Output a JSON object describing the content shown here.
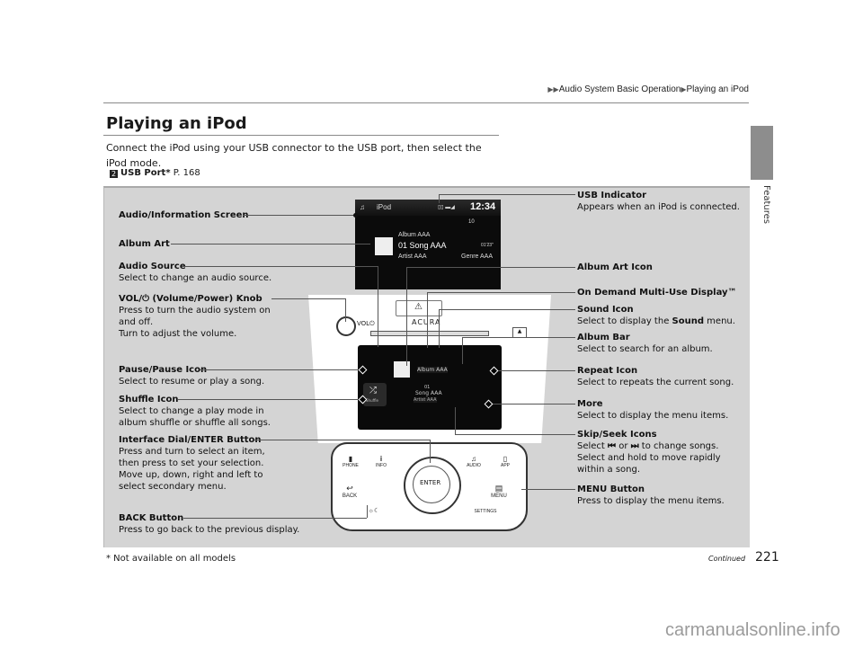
{
  "breadcrumb": [
    "Audio System Basic Operation",
    "Playing an iPod"
  ],
  "breadcrumb_prefix": "▶▶",
  "breadcrumb_sep": "▶",
  "title": "Playing an iPod",
  "intro": "Connect the iPod using your USB connector to the USB port, then select the iPod mode.",
  "xref": {
    "icon": "2",
    "label": "USB Port",
    "asterisk": "*",
    "page": "P. 168"
  },
  "side_tab": "Features",
  "left_labels": [
    {
      "id": "audio-info-screen",
      "title": "Audio/Information Screen",
      "desc": ""
    },
    {
      "id": "album-art",
      "title": "Album Art",
      "desc": ""
    },
    {
      "id": "audio-source",
      "title": "Audio Source",
      "desc": "Select to change an audio source."
    },
    {
      "id": "vol-knob",
      "title": "VOL/⏻ (Volume/Power) Knob",
      "desc": "Press to turn the audio system on and off.",
      "desc2": "Turn to adjust the volume."
    },
    {
      "id": "pause",
      "title": "Pause/Pause Icon",
      "desc": "Select to resume or play a song."
    },
    {
      "id": "shuffle",
      "title": "Shuffle Icon",
      "desc": "Select to change a play mode in album shuffle or shuffle all songs."
    },
    {
      "id": "dial",
      "title": "Interface Dial/ENTER Button",
      "desc": "Press and turn to select an item, then press to set your selection.",
      "desc2": "Move up, down, right and left to select secondary menu."
    },
    {
      "id": "back",
      "title": "BACK Button",
      "desc": "Press to go back to the previous display."
    }
  ],
  "right_labels": [
    {
      "id": "usb",
      "title": "USB Indicator",
      "desc": "Appears when an iPod is connected."
    },
    {
      "id": "album-art-icon",
      "title": "Album Art Icon",
      "desc": ""
    },
    {
      "id": "odmd",
      "title": "On Demand Multi-Use Display™",
      "desc": ""
    },
    {
      "id": "sound",
      "title": "Sound Icon",
      "desc_pre": "Select to display the ",
      "desc_bold": "Sound",
      "desc_post": " menu."
    },
    {
      "id": "album-bar",
      "title": "Album Bar",
      "desc": "Select to search for an album."
    },
    {
      "id": "repeat",
      "title": "Repeat Icon",
      "desc": "Select to repeats the current song."
    },
    {
      "id": "more",
      "title": "More",
      "desc": "Select to display the menu items."
    },
    {
      "id": "skip",
      "title": "Skip/Seek Icons",
      "desc_pre": "Select ",
      "icon1": "⏮",
      "mid": " or ",
      "icon2": "⏭",
      "desc_post": " to change songs.",
      "desc2": "Select and hold to move rapidly within a song."
    },
    {
      "id": "menu",
      "title": "MENU Button",
      "desc": "Press to display the menu items."
    }
  ],
  "screen": {
    "source": "iPod",
    "clock": "12:34",
    "volume": "10",
    "album": "Album AAA",
    "song": "01 Song AAA",
    "time": "01'23\"",
    "artist": "Artist AAA",
    "genre": "Genre AAA"
  },
  "odmd": {
    "album": "Album AAA",
    "track": "01",
    "song": "Song AAA",
    "artist": "Artist AAA",
    "shuffle": "Shuffle"
  },
  "head_unit": {
    "brand": "ACURA"
  },
  "controller": {
    "phone": "PHONE",
    "info": "INFO",
    "audio": "AUDIO",
    "app": "APP",
    "back": "BACK",
    "enter": "ENTER",
    "menu": "MENU",
    "settings": "SETTINGS"
  },
  "footer": {
    "note": "* Not available on all models",
    "continued": "Continued",
    "page": "221"
  },
  "watermark": "carmanualsonline.info"
}
